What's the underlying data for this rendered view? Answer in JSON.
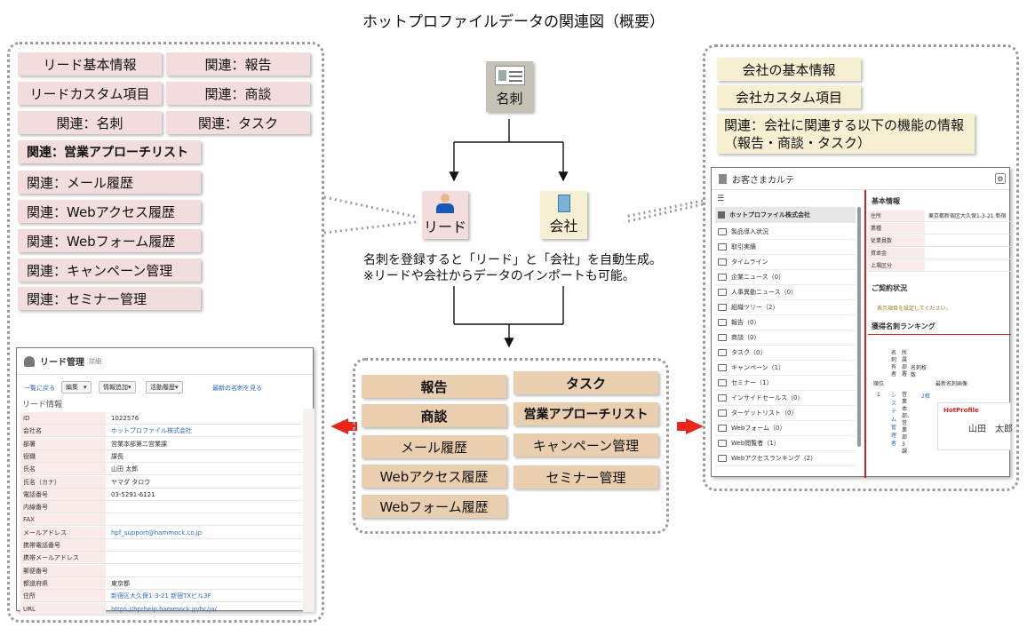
{
  "title": "ホットプロファイルデータの関連図（概要）",
  "lead_labels": [
    "リード基本情報",
    "関連：報告",
    "リードカスタム項目",
    "関連：商談",
    "関連：名刺",
    "関連：タスク",
    "関連：営業アプローチリスト",
    "関連：メール履歴",
    "関連：Webアクセス履歴",
    "関連：Webフォーム履歴",
    "関連：キャンペーン管理",
    "関連：セミナー管理"
  ],
  "company_labels": [
    "会社の基本情報",
    "会社カスタム項目",
    "関連：会社に関連する以下の機能の情報",
    "（報告・商談・タスク）"
  ],
  "center": {
    "card": "名刺",
    "lead": "リード",
    "company": "会社",
    "note_line1": "名刺を登録すると「リード」と「会社」を自動生成。",
    "note_line2": "※リードや会社からデータのインポートも可能。"
  },
  "shared_features": [
    "報告",
    "タスク",
    "商談",
    "営業アプローチリスト",
    "メール履歴",
    "キャンペーン管理",
    "Webアクセス履歴",
    "セミナー管理",
    "Webフォーム履歴"
  ],
  "lead_screen": {
    "title": "リード管理",
    "subtitle": "詳細",
    "back_link": "一覧に戻る",
    "buttons": [
      "編集",
      "情報追加",
      "活動履歴"
    ],
    "latest_link": "最新の名刺を見る",
    "section": "リード情報",
    "rows": [
      {
        "k": "ID",
        "v": "1022576"
      },
      {
        "k": "会社名",
        "v": "ホットプロファイル株式会社"
      },
      {
        "k": "部署",
        "v": "営業本部第二営業課"
      },
      {
        "k": "役職",
        "v": "課長"
      },
      {
        "k": "氏名",
        "v": "山田 太郎"
      },
      {
        "k": "氏名（カナ）",
        "v": "ヤマダ タロウ"
      },
      {
        "k": "電話番号",
        "v": "03-5291-6121"
      },
      {
        "k": "内線番号",
        "v": ""
      },
      {
        "k": "FAX",
        "v": ""
      },
      {
        "k": "メールアドレス",
        "v": "hpf_support@hammock.co.jp"
      },
      {
        "k": "携帯電話番号",
        "v": ""
      },
      {
        "k": "携帯メールアドレス",
        "v": ""
      },
      {
        "k": "郵便番号",
        "v": ""
      },
      {
        "k": "都道府県",
        "v": "東京都"
      },
      {
        "k": "住所",
        "v": "新宿区大久保1-3-21 新宿TXビル3F"
      },
      {
        "k": "URL",
        "v": "https://hprhelp.hammock.jp/hc/ja/"
      }
    ]
  },
  "company_screen": {
    "title": "お客さまカルテ",
    "company": "ホットプロファイル株式会社",
    "menu": [
      "製品導入状況",
      "取引実績",
      "タイムライン",
      "企業ニュース（0）",
      "人事異動ニュース（0）",
      "組織ツリー（2）",
      "報告（0）",
      "商談（0）",
      "タスク（0）",
      "キャンペーン（1）",
      "セミナー（1）",
      "インサイドセールス（0）",
      "ターゲットリスト（0）",
      "Webフォーム（0）",
      "Web閲覧者（1）",
      "Webアクセスランキング（2）"
    ],
    "basic_title": "基本情報",
    "basic_rows": [
      {
        "k": "住所",
        "v": "東京都新宿区大久保1-3-21 新宿"
      },
      {
        "k": "業種",
        "v": ""
      },
      {
        "k": "従業員数",
        "v": ""
      },
      {
        "k": "資本金",
        "v": ""
      },
      {
        "k": "上場区分",
        "v": ""
      }
    ],
    "contract_title": "ご契約状況",
    "contract_text": "表示項目を設定してください。",
    "ranking_title": "獲得名刺ランキング",
    "ranking_cols": [
      "順位",
      "名刺有者",
      "所属部署",
      "名刺枚数",
      "最新名刺画像"
    ],
    "ranking_row": {
      "rank": "1",
      "name": "システム管理者",
      "dept": "営業本部、営業部3課",
      "count": "2枚",
      "card_name": "山田　太郎",
      "logo": "HotProfile"
    }
  },
  "colors": {
    "pink": "#f3dcdc",
    "yellow": "#f6efd2",
    "tan": "#e9cfb0",
    "red_arrow": "#e8271a",
    "link": "#2b6bc4"
  }
}
